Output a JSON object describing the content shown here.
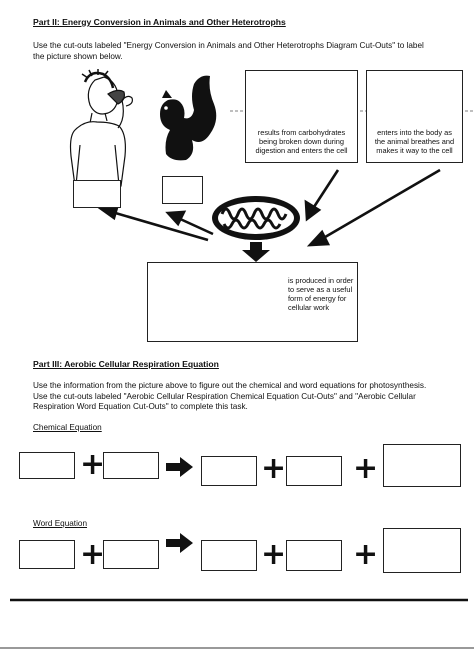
{
  "part2": {
    "heading": "Part II: Energy Conversion in Animals and Other Heterotrophs",
    "instructions": "Use the cut-outs labeled \"Energy Conversion in Animals and Other Heterotrophs Diagram Cut-Outs\" to label the picture shown below."
  },
  "diagram": {
    "caption_carbohydrates": "results from carbohydrates being broken down during digestion and enters the cell",
    "caption_breathes": "enters into the body as the animal breathes and makes it way to the cell",
    "caption_energy": "is produced in order to serve as a useful form of energy for cellular work",
    "figures": [
      "person-drinking-icon",
      "squirrel-icon",
      "mitochondrion-icon"
    ]
  },
  "part3": {
    "heading": "Part III: Aerobic Cellular Respiration Equation",
    "instructions": "Use the information from the picture above to figure out the chemical and word equations for photosynthesis.  Use the cut-outs labeled \"Aerobic Cellular Respiration Chemical Equation Cut-Outs\" and \"Aerobic Cellular Respiration Word Equation Cut-Outs\" to complete this task.",
    "chemical_label": "Chemical Equation",
    "word_label": "Word Equation",
    "plus": "+"
  }
}
